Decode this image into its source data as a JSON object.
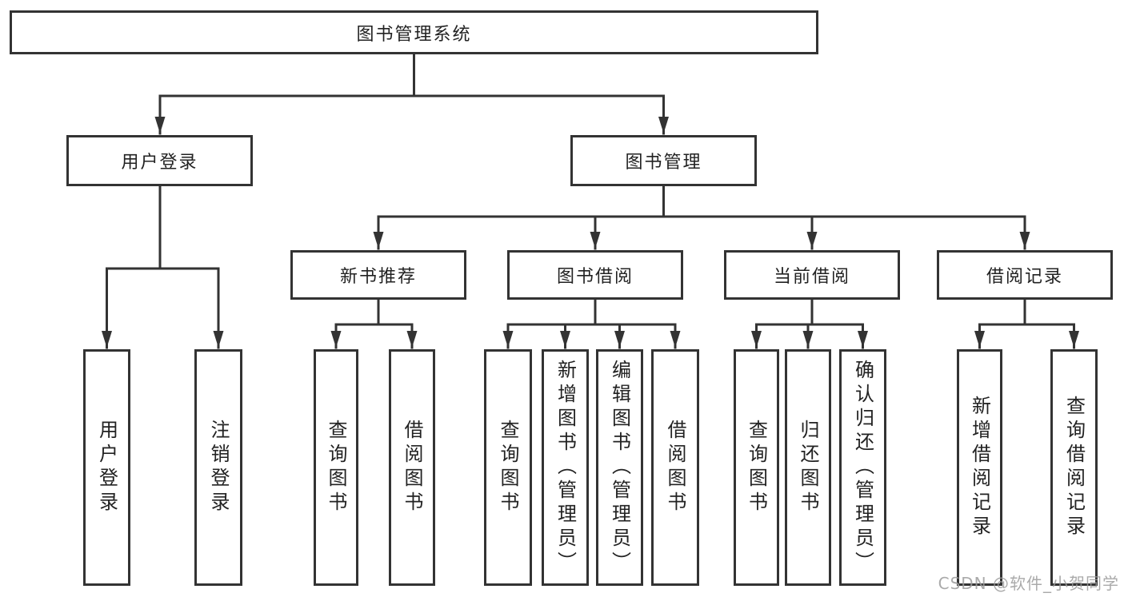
{
  "diagram": {
    "root": {
      "label": "图书管理系统"
    },
    "branches": [
      {
        "label": "用户登录",
        "children": [
          {
            "label": "用户登录"
          },
          {
            "label": "注销登录"
          }
        ]
      },
      {
        "label": "图书管理",
        "children": [
          {
            "label": "新书推荐",
            "children": [
              {
                "label": "查询图书"
              },
              {
                "label": "借阅图书"
              }
            ]
          },
          {
            "label": "图书借阅",
            "children": [
              {
                "label": "查询图书"
              },
              {
                "label": "新增图书（管理员）"
              },
              {
                "label": "编辑图书（管理员）"
              },
              {
                "label": "借阅图书"
              }
            ]
          },
          {
            "label": "当前借阅",
            "children": [
              {
                "label": "查询图书"
              },
              {
                "label": "归还图书"
              },
              {
                "label": "确认归还（管理员）"
              }
            ]
          },
          {
            "label": "借阅记录",
            "children": [
              {
                "label": "新增借阅记录"
              },
              {
                "label": "查询借阅记录"
              }
            ]
          }
        ]
      }
    ]
  },
  "watermark": "CSDN @软件_小贺同学",
  "colors": {
    "line": "#333333",
    "box_border": "#333333",
    "text": "#222222",
    "watermark": "#9c9c9c",
    "background": "#ffffff"
  }
}
